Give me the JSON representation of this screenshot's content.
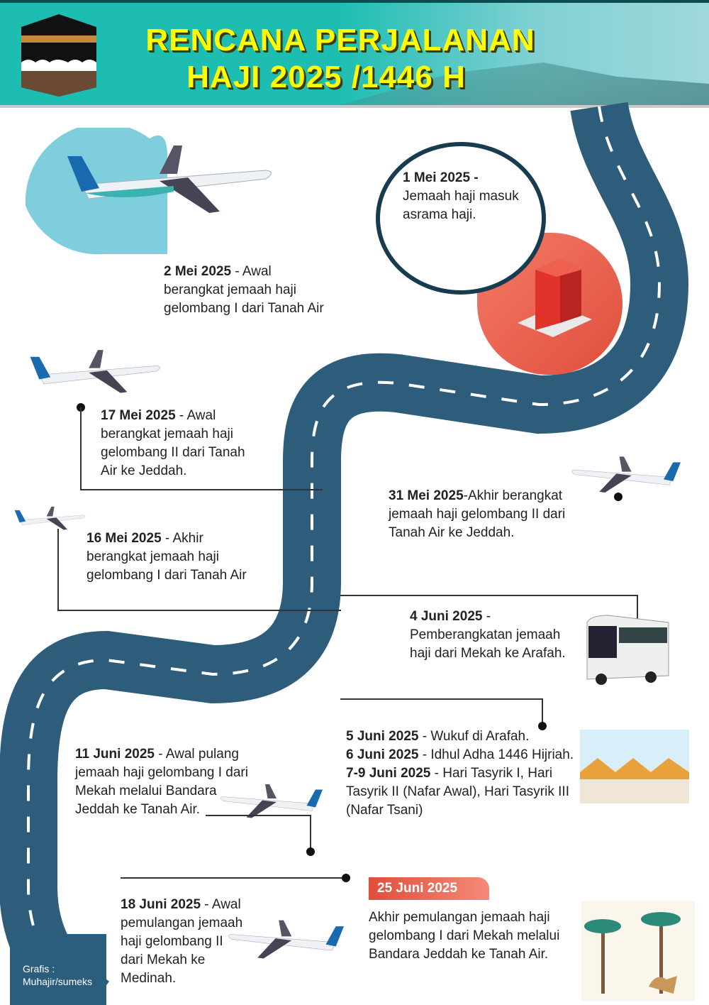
{
  "header": {
    "title_line1": "RENCANA PERJALANAN",
    "title_line2": "HAJI 2025 /1446 H"
  },
  "events": [
    {
      "date": "1 Mei 2025 -",
      "text": "Jemaah haji masuk asrama haji."
    },
    {
      "date": "2 Mei 2025",
      "text": " - Awal berangkat jemaah haji gelombang I dari Tanah Air"
    },
    {
      "date": "17 Mei 2025",
      "text": " - Awal berangkat jemaah haji gelombang II dari Tanah Air ke Jeddah."
    },
    {
      "date": "31 Mei 2025",
      "text": "-Akhir berangkat jemaah haji gelombang II dari Tanah Air ke Jeddah."
    },
    {
      "date": "16 Mei 2025",
      "text": " - Akhir berangkat jemaah haji gelombang I dari Tanah Air"
    },
    {
      "date": "4 Juni 2025",
      "text": " - Pemberangkatan jemaah haji dari Mekah ke Arafah."
    },
    {
      "date": "5 Juni 2025",
      "text": " - Wukuf di Arafah."
    },
    {
      "date": "6 Juni 2025",
      "text": " - Idhul Adha 1446 Hijriah."
    },
    {
      "date": "7-9 Juni 2025",
      "text": " - Hari Tasyrik I, Hari Tasyrik II (Nafar Awal), Hari Tasyrik III (Nafar Tsani)"
    },
    {
      "date": "11 Juni 2025",
      "text": " - Awal pulang jemaah haji gelombang I dari Mekah melalui Bandara Jeddah ke Tanah Air."
    },
    {
      "date": "18 Juni 2025",
      "text": " - Awal pemulangan jemaah haji gelombang II dari Mekah ke Medinah."
    },
    {
      "date": "25 Juni 2025",
      "text": "Akhir pemulangan jemaah haji gelombang I dari Mekah melalui Bandara Jeddah ke Tanah Air."
    }
  ],
  "credit": {
    "line1": "Grafis :",
    "line2": "Muhajir/sumeks"
  },
  "colors": {
    "road": "#2e5d7c",
    "header": "#1ebdb2",
    "title": "#ffff00",
    "accent": "#e04e3c"
  }
}
